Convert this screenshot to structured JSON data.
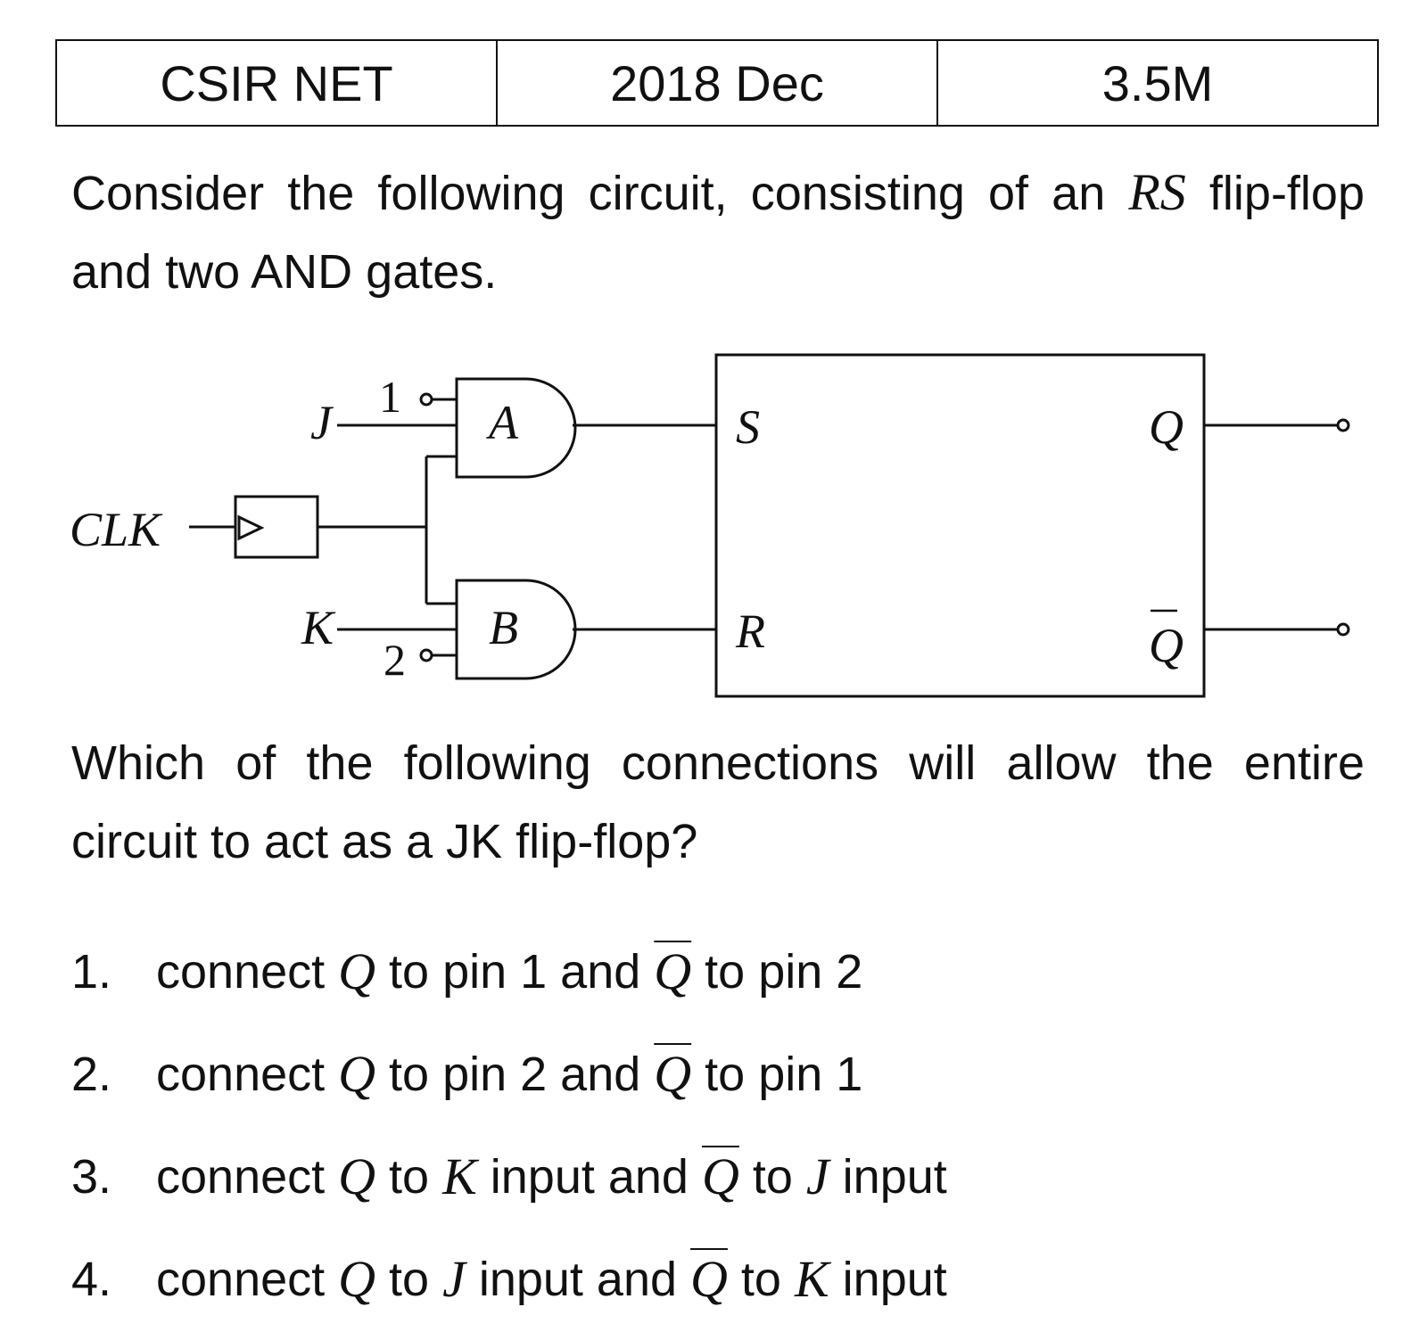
{
  "header": {
    "exam": "CSIR NET",
    "session": "2018 Dec",
    "marks": "3.5M"
  },
  "question": {
    "intro_1": "Consider the following circuit, consisting of an ",
    "intro_rs": "RS",
    "intro_2": "flip-flop and two AND gates.",
    "prompt": "Which of the following connections will allow the entire circuit to act as a JK flip-flop?"
  },
  "circuit": {
    "labels": {
      "j": "J",
      "k": "K",
      "clk": "CLK",
      "pin1": "1",
      "pin2": "2",
      "gate_a": "A",
      "gate_b": "B",
      "s": "S",
      "r": "R",
      "q": "Q",
      "qbar": "Q"
    }
  },
  "options": [
    {
      "number": "1.",
      "parts": [
        "connect ",
        "Q",
        " to pin 1 and ",
        "Q",
        " to pin 2"
      ]
    },
    {
      "number": "2.",
      "parts": [
        "connect ",
        "Q",
        " to pin 2 and ",
        "Q",
        " to pin 1"
      ]
    },
    {
      "number": "3.",
      "parts": [
        "connect ",
        "Q",
        " to ",
        "K",
        " input and ",
        "Q",
        " to ",
        "J",
        " input"
      ]
    },
    {
      "number": "4.",
      "parts": [
        "connect ",
        "Q",
        " to ",
        "J",
        " input and ",
        "Q",
        " to ",
        "K",
        " input"
      ]
    }
  ]
}
